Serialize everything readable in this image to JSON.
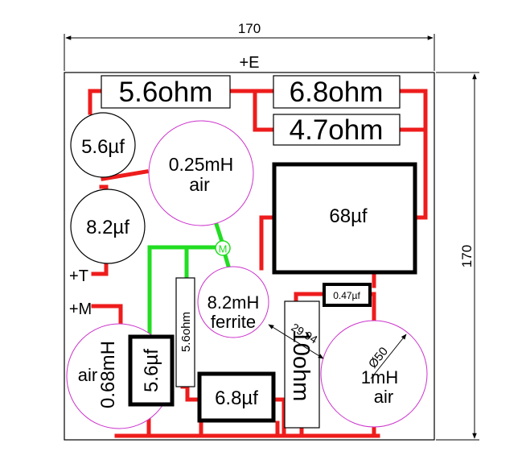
{
  "dimensions": {
    "width_label": "170",
    "height_label": "170"
  },
  "terminals": {
    "e": "+E",
    "t": "+T",
    "m": "+M"
  },
  "resistors": {
    "r1": "5.6ohm",
    "r2": "6.8ohm",
    "r3": "4.7ohm",
    "r4": "5.6ohm",
    "r5": "10ohm"
  },
  "capacitors": {
    "c1": "5.6µf",
    "c2": "8.2µf",
    "c3": "68µf",
    "c4": "0.47µf",
    "c5": "5.6µf",
    "c6": "6.8µf"
  },
  "inductors": {
    "l1": {
      "value": "0.25mH",
      "core": "air"
    },
    "l2": {
      "value": "8.2mH",
      "core": "ferrite"
    },
    "l3": {
      "value": "0.68mH",
      "core": "air"
    },
    "l4": {
      "value": "1mH",
      "core": "air"
    }
  },
  "markers": {
    "node": "M",
    "spacing": "29.94",
    "diameter": "Ø50"
  },
  "colors": {
    "trace_red": "#ee1c1c",
    "trace_green": "#22dd22",
    "coil": "#cc33cc",
    "outline": "#000000"
  }
}
